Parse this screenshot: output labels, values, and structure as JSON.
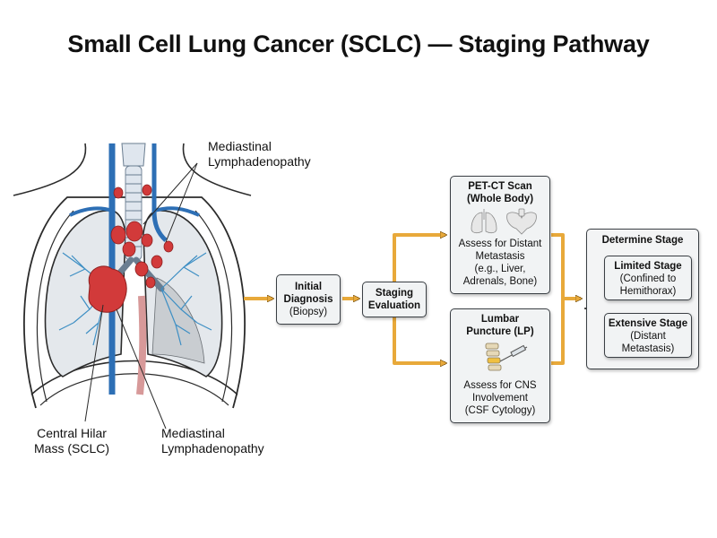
{
  "title": "Small Cell Lung Cancer (SCLC) — Staging Pathway",
  "labels": {
    "mediastinal_top_1": "Mediastinal",
    "mediastinal_top_2": "Lymphadenopathy",
    "central_mass_1": "Central Hilar",
    "central_mass_2": "Mass (SCLC)",
    "mediastinal_bottom_1": "Mediastinal",
    "mediastinal_bottom_2": "Lymphadenopathy"
  },
  "flow": {
    "initial": {
      "title_1": "Initial",
      "title_2": "Diagnosis",
      "sub": "(Biopsy)"
    },
    "staging": {
      "title_1": "Staging",
      "title_2": "Evaluation"
    },
    "pet": {
      "title_1": "PET-CT Scan",
      "title_2": "(Whole Body)",
      "desc_1": "Assess for Distant",
      "desc_2": "Metastasis",
      "desc_3": "(e.g., Liver,",
      "desc_4": "Adrenals, Bone)"
    },
    "lp": {
      "title_1": "Lumbar",
      "title_2": "Puncture (LP)",
      "desc_1": "Assess for CNS",
      "desc_2": "Involvement",
      "desc_3": "(CSF Cytology)"
    },
    "determine": {
      "title": "Determine Stage"
    },
    "limited": {
      "title": "Limited Stage",
      "sub_1": "(Confined to",
      "sub_2": "Hemithorax)"
    },
    "extensive": {
      "title": "Extensive Stage",
      "sub_1": "(Distant",
      "sub_2": "Metastasis)"
    }
  },
  "colors": {
    "arrow": "#e8a93a",
    "tumor": "#d23a3a",
    "vessel": "#2d6fb5",
    "lung_fill": "#e4e8ec",
    "outline": "#2b2b2b"
  },
  "icons": {
    "pet": [
      "lungs-icon",
      "pelvis-icon"
    ],
    "lp": [
      "spine-icon",
      "syringe-icon"
    ]
  }
}
